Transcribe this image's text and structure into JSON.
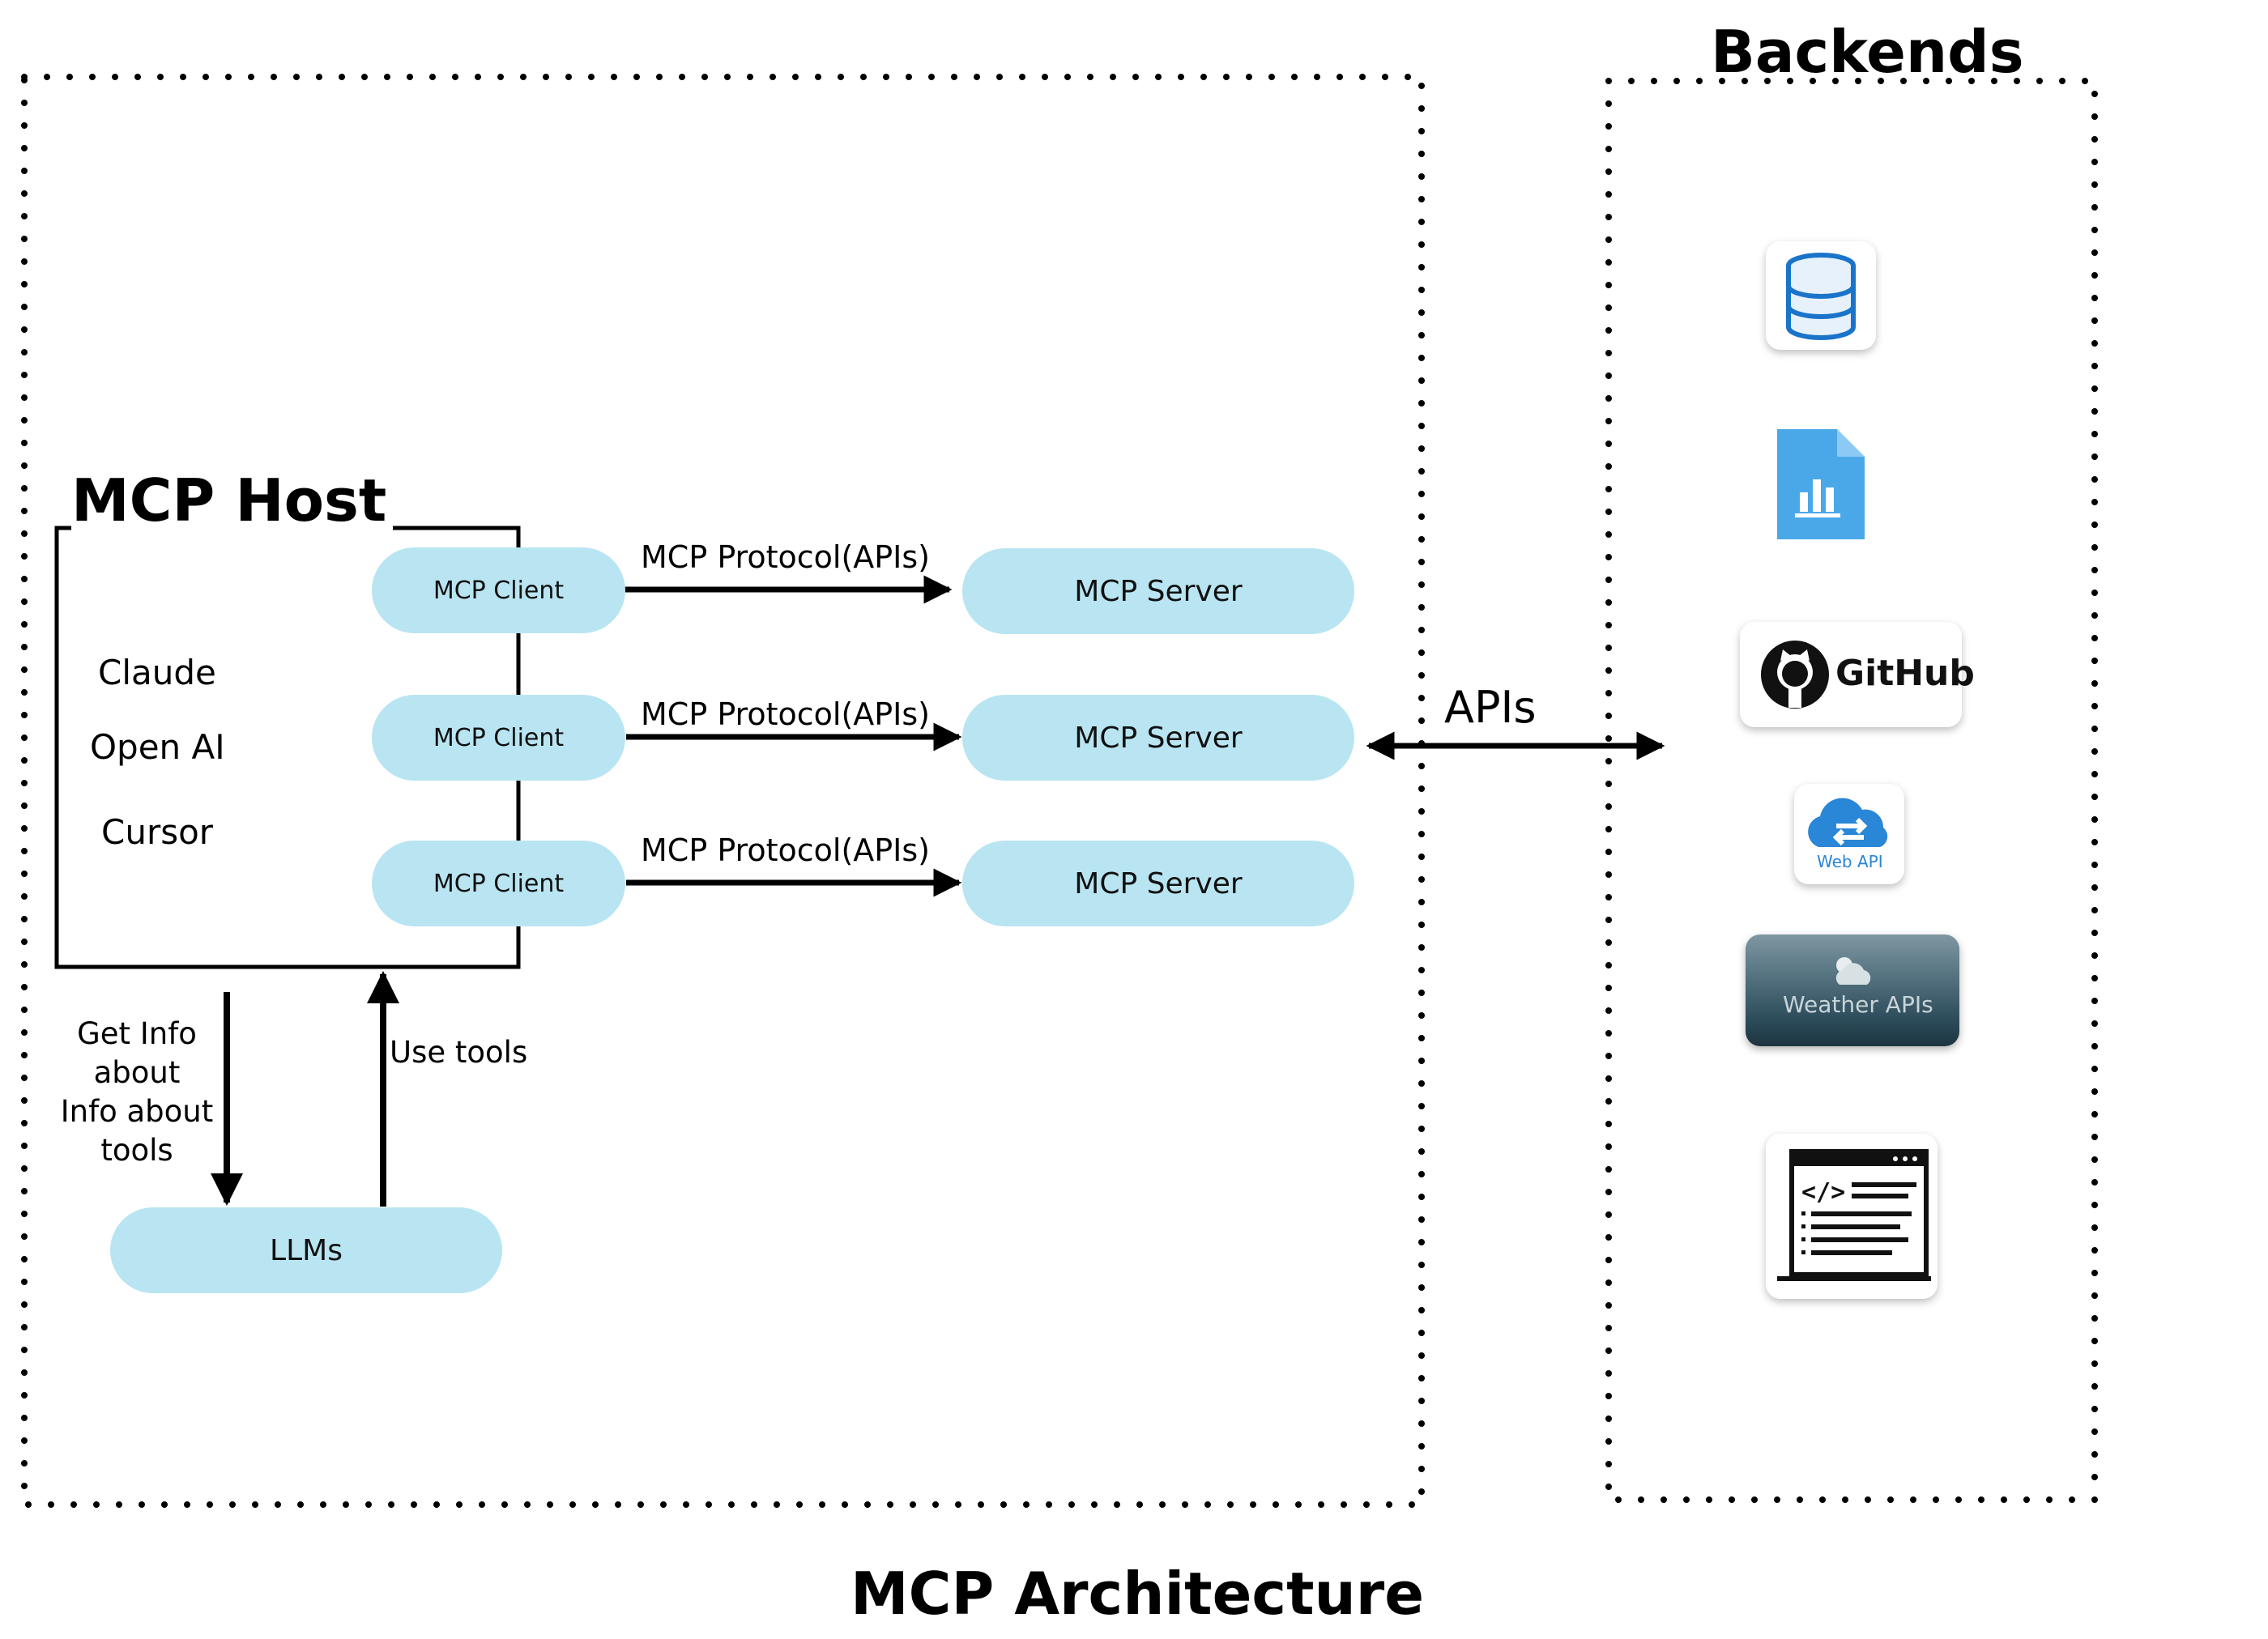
{
  "titles": {
    "backends": "Backends",
    "host": "MCP Host",
    "footer": "MCP Architecture"
  },
  "host": {
    "apps": [
      "Claude",
      "Open AI",
      "Cursor"
    ]
  },
  "clients": [
    "MCP Client",
    "MCP Client",
    "MCP Client"
  ],
  "protocol_labels": [
    "MCP Protocol(APIs)",
    "MCP Protocol(APIs)",
    "MCP Protocol(APIs)"
  ],
  "servers": [
    "MCP Server",
    "MCP Server",
    "MCP Server"
  ],
  "apis_label": "APIs",
  "llm": {
    "label": "LLMs",
    "get_info_lines": [
      "Get Info",
      "about",
      "Info about",
      "tools"
    ],
    "use_tools": "Use tools"
  },
  "backends": {
    "icons": [
      "database-icon",
      "report-file-icon",
      "github-icon",
      "web-api-cloud-icon",
      "weather-api-icon",
      "code-editor-icon"
    ],
    "github_label": "GitHub",
    "web_api_label": "Web API",
    "weather_label": "Weather APIs"
  },
  "colors": {
    "pill": "#b9e5f2",
    "line": "#000000",
    "database": "#1a74c9",
    "report": "#4aa8e8",
    "cloud": "#2a86d6",
    "weather_bg": "#2e4d5c"
  }
}
